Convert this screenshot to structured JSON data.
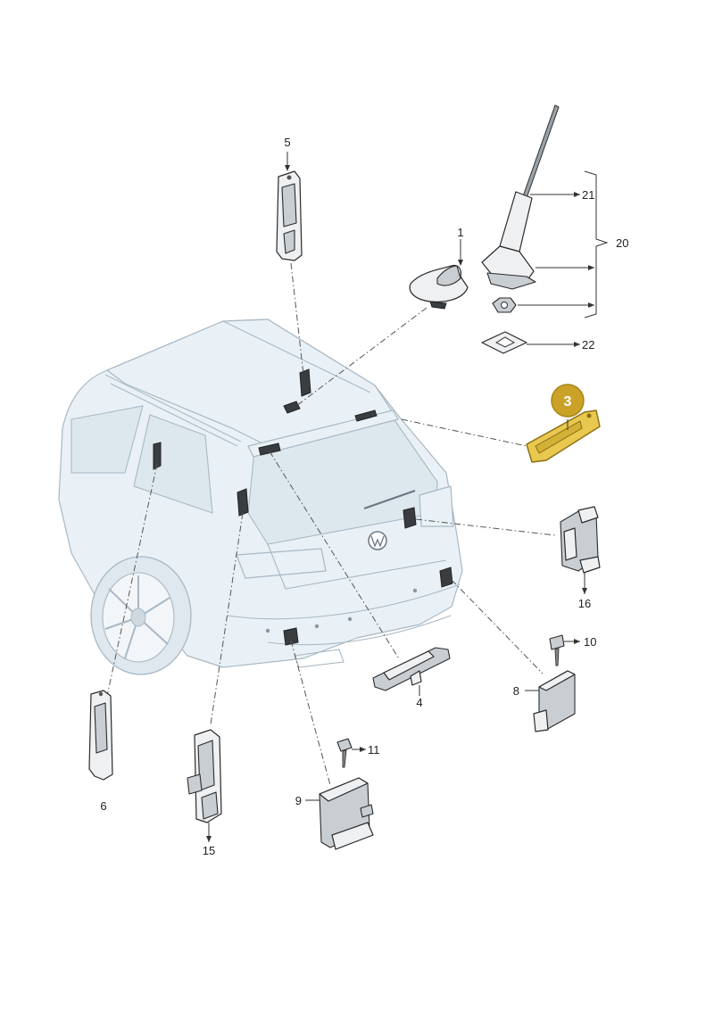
{
  "callouts": {
    "c1": "1",
    "c3": "3",
    "c4": "4",
    "c5": "5",
    "c6": "6",
    "c8": "8",
    "c9": "9",
    "c10": "10",
    "c11": "11",
    "c15": "15",
    "c16": "16",
    "c20": "20",
    "c21": "21",
    "c22": "22"
  },
  "colors": {
    "highlight": "#c9a227",
    "highlight_dark": "#8a6d12"
  },
  "highlighted_part": "3"
}
